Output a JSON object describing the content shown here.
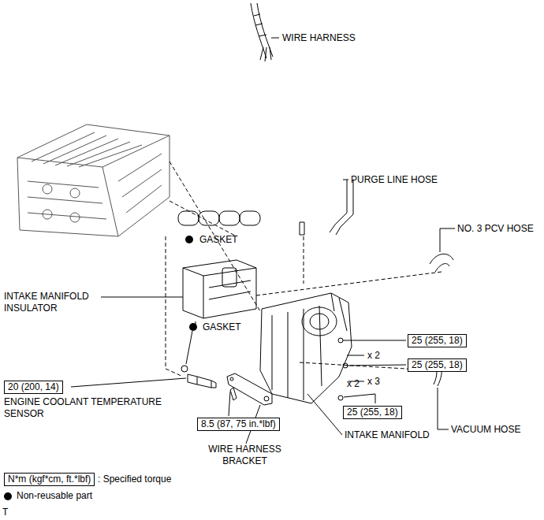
{
  "diagram": {
    "nodes": [
      {
        "text": [
          "25 (255, 18)"
        ]
      },
      {
        "text": [
          "25 (255, 18)"
        ]
      },
      {
        "text": [
          "20 (200, 14)"
        ]
      },
      {
        "text": [
          "25 (255, 18)"
        ]
      },
      {
        "text": [
          "8.5 (87, 75 in.*lbf)"
        ]
      },
      {
        "text": [
          "N*m (kgf*cm, ft.*lbf)"
        ]
      }
    ],
    "labels": [
      "WIRE HARNESS",
      "PURGE LINE HOSE",
      "NO. 3 PCV HOSE",
      "GASKET",
      "INTAKE MANIFOLD INSULATOR",
      "GASKET",
      "x 2",
      "x 3",
      "x 2",
      "ENGINE COOLANT TEMPERATURE SENSOR",
      "VACUUM HOSE",
      "INTAKE MANIFOLD",
      "WIRE HARNESS BRACKET",
      ": Specified torque",
      "T"
    ],
    "legend": [
      {
        "text": "Non-reusable part"
      }
    ]
  }
}
